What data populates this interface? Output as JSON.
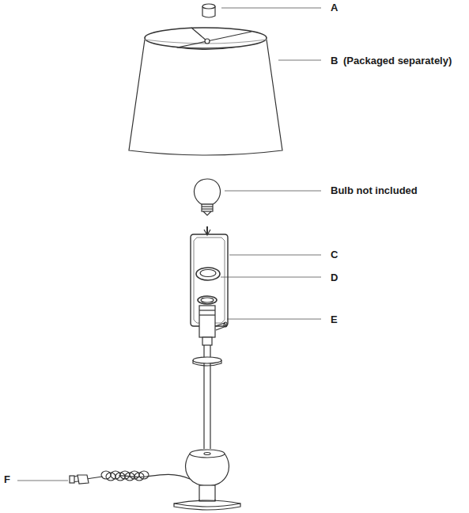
{
  "diagram": {
    "labels": [
      "A",
      "B",
      "(Packaged separately)",
      "Bulb not included",
      "C",
      "D",
      "E",
      "F"
    ]
  }
}
